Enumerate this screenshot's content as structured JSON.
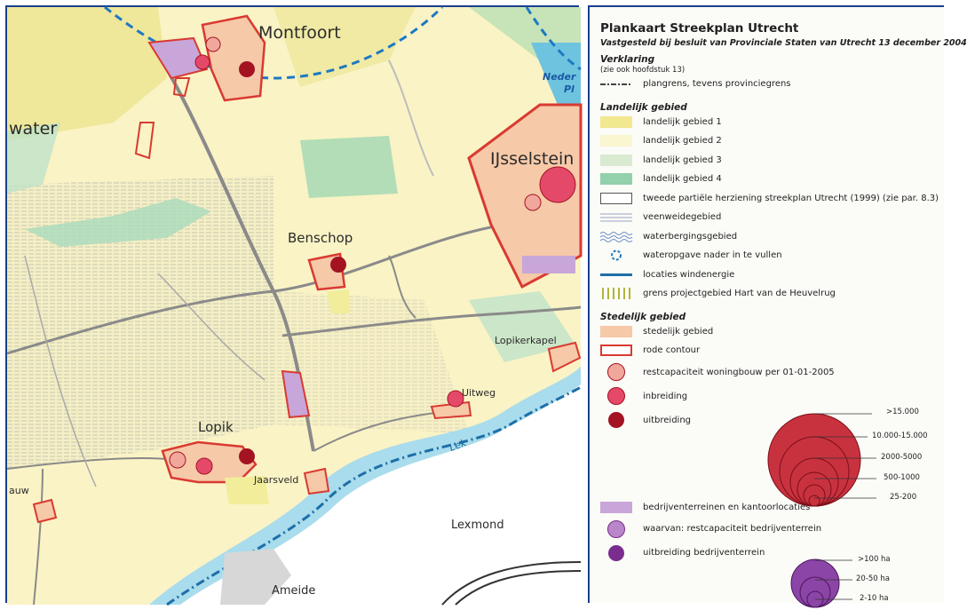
{
  "map": {
    "places": {
      "montfoort": "Montfoort",
      "ijsselstein": "IJsselstein",
      "benschop": "Benschop",
      "lopik": "Lopik",
      "lopikerkapel": "Lopikerkapel",
      "uitweg": "Uitweg",
      "jaarsveld": "Jaarsveld",
      "lexmond": "Lexmond",
      "ameide": "Ameide",
      "water": "water",
      "auw": "auw",
      "river_lek": "Lek",
      "neder": "Neder",
      "pl": "Pl"
    },
    "colors": {
      "landelijk1": "#f1e88f",
      "landelijk2": "#faf6cf",
      "landelijk3": "#d9ead0",
      "landelijk4": "#92d1ac",
      "stedelijk": "#f6c9a8",
      "rode_contour": "#d93a32",
      "river": "#a9dcec",
      "road": "#7f7f7f",
      "provincial_border": "#1d79c2"
    }
  },
  "legend": {
    "title": "Plankaart Streekplan Utrecht",
    "subtitle": "Vastgesteld bij besluit van Provinciale Staten van Utrecht 13 december 2004",
    "verklaring": "Verklaring",
    "verklaring_note": "(zie ook hoofdstuk 13)",
    "plangrens": "plangrens, tevens provinciegrens",
    "landelijk_header": "Landelijk gebied",
    "landelijk_items": [
      {
        "label": "landelijk gebied 1",
        "color": "#f1e88f"
      },
      {
        "label": "landelijk gebied 2",
        "color": "#faf6cf"
      },
      {
        "label": "landelijk gebied 3",
        "color": "#d9ead0"
      },
      {
        "label": "landelijk gebied 4",
        "color": "#92d1ac"
      },
      {
        "label": "tweede partiële herziening streekplan Utrecht (1999) (zie par. 8.3)",
        "color": "#ffffff"
      },
      {
        "label": "veenweidegebied",
        "icon": "veenweide-lines-icon"
      },
      {
        "label": "waterbergingsgebied",
        "icon": "waterberging-waves-icon"
      },
      {
        "label": "wateropgave nader in te vullen",
        "icon": "dashed-circle-icon"
      },
      {
        "label": "locaties windenergie",
        "icon": "blue-bar-icon"
      },
      {
        "label": "grens projectgebied Hart van de Heuvelrug",
        "icon": "olive-hatch-icon"
      }
    ],
    "stedelijk_header": "Stedelijk gebied",
    "stedelijk_items": {
      "stedelijk": "stedelijk gebied",
      "rode_contour": "rode contour",
      "restcapaciteit": "restcapaciteit woningbouw per 01-01-2005",
      "inbreiding": "inbreiding",
      "uitbreiding": "uitbreiding"
    },
    "circle_scale": [
      ">15.000",
      "10.000-15.000",
      "2000-5000",
      "500-1000",
      "25-200"
    ],
    "bedrijf": {
      "terreinen": "bedrijventerreinen en kantoorlocaties",
      "restcapaciteit": "waarvan: restcapaciteit bedrijventerrein",
      "uitbreiding": "uitbreiding bedrijventerrein"
    },
    "purple_scale": [
      ">100 ha",
      "20-50 ha",
      "2-10 ha"
    ],
    "colors": {
      "restcap": "#f2a79d",
      "inbreiding": "#e5496a",
      "uitbreiding": "#a31322",
      "bedrijf": "#c8a6d9",
      "bedrijf_rest": "#b886c9",
      "bedrijf_uitbr": "#7a2d8f"
    }
  }
}
